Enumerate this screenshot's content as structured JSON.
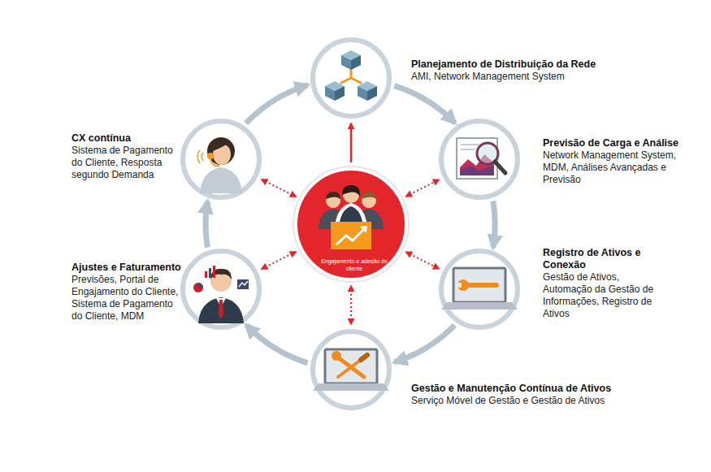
{
  "diagram": {
    "nodes": [
      {
        "text": [
          "Planejamento de Distribuição da Rede",
          "AMI, Network Management System"
        ]
      },
      {
        "text": [
          "Previsão de Carga e Análise",
          "Network Management System, MDM, Análises Avançadas e Previsão"
        ]
      },
      {
        "text": [
          "Registro de Ativos e Conexão",
          "Gestão de Ativos, Automação da Gestão de Informações, Registro de Ativos"
        ]
      },
      {
        "text": [
          "Gestão e Manutenção Contínua de Ativos",
          "Serviço Móvel de Gestão e Gestão de Ativos"
        ]
      },
      {
        "text": [
          "Ajustes e Faturamento",
          "Previsões, Portal de Engajamento do Cliente, Sistema de Pagamento do Cliente, MDM"
        ]
      },
      {
        "text": [
          "CX contínua",
          "Sistema de Pagamento do Cliente, Resposta segundo Demanda"
        ]
      },
      {
        "text": [
          "Engajamento e adesão do cliente"
        ]
      }
    ],
    "edges": [
      {
        "from": 0,
        "to": 1,
        "arrow": "to"
      },
      {
        "from": 1,
        "to": 2,
        "arrow": "to"
      },
      {
        "from": 2,
        "to": 3,
        "arrow": "to"
      },
      {
        "from": 3,
        "to": 4,
        "arrow": "to"
      },
      {
        "from": 4,
        "to": 5,
        "arrow": "to"
      },
      {
        "from": 5,
        "to": 0,
        "arrow": "to"
      },
      {
        "from": 6,
        "to": 0,
        "arrow": "to"
      },
      {
        "from": 6,
        "to": 1,
        "arrow": "both"
      },
      {
        "from": 6,
        "to": 2,
        "arrow": "both"
      },
      {
        "from": 6,
        "to": 3,
        "arrow": "both"
      },
      {
        "from": 6,
        "to": 4,
        "arrow": "both"
      },
      {
        "from": 6,
        "to": 5,
        "arrow": "both"
      }
    ]
  }
}
